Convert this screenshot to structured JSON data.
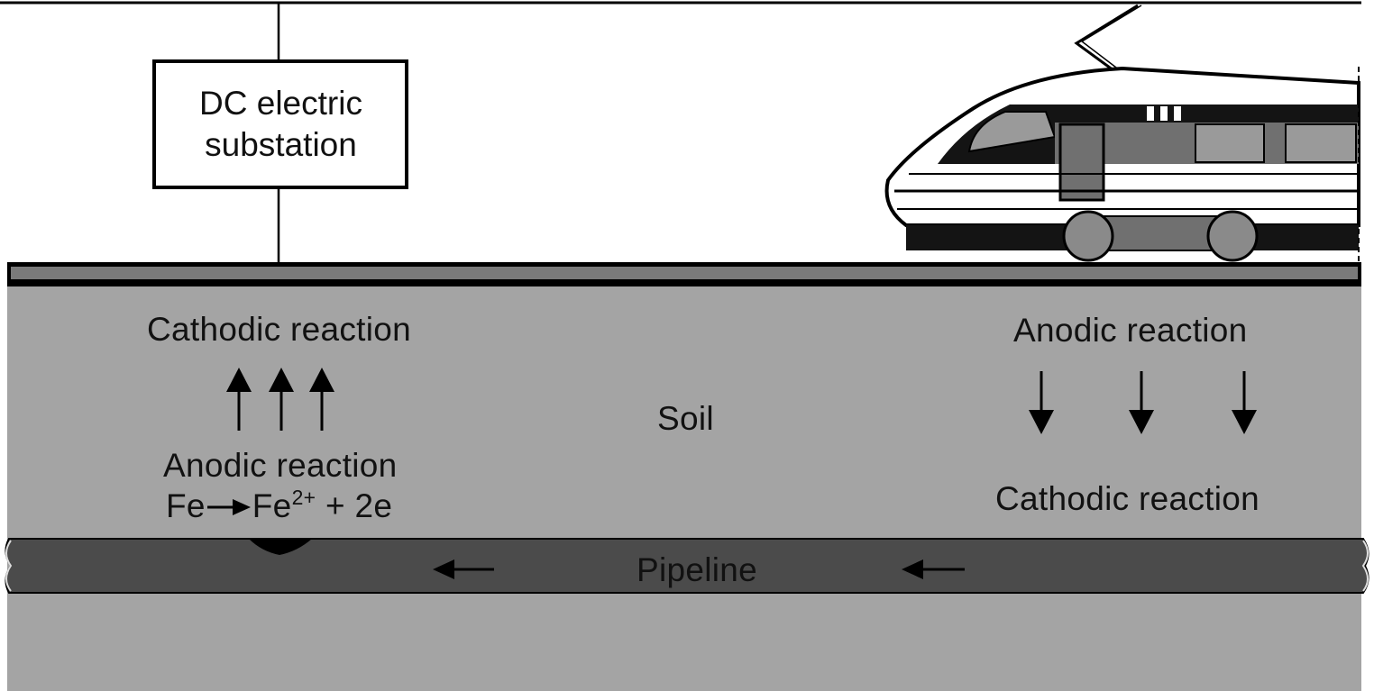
{
  "substation": {
    "line1": "DC electric",
    "line2": "substation"
  },
  "left_zone": {
    "top_label": "Cathodic reaction",
    "bottom_label": "Anodic reaction",
    "equation": {
      "reactant": "Fe",
      "product": "Fe",
      "charge": "2+",
      "rest": "+ 2e"
    }
  },
  "soil_label": "Soil",
  "right_zone": {
    "top_label": "Anodic reaction",
    "bottom_label": "Cathodic reaction"
  },
  "pipeline_label": "Pipeline",
  "colors": {
    "soil": "#a4a4a4",
    "pipeline": "#4b4b4b",
    "rail": "#7a7a7a",
    "line": "#000000",
    "train_dark": "#141414",
    "train_mid": "#707070",
    "train_light": "#bcbcbc"
  },
  "icons": {
    "train": "train-icon",
    "current_up": "arrow-up-icon",
    "current_down": "arrow-down-icon",
    "current_left": "arrow-left-icon",
    "corrosion_pit": "corrosion-pit-icon"
  }
}
